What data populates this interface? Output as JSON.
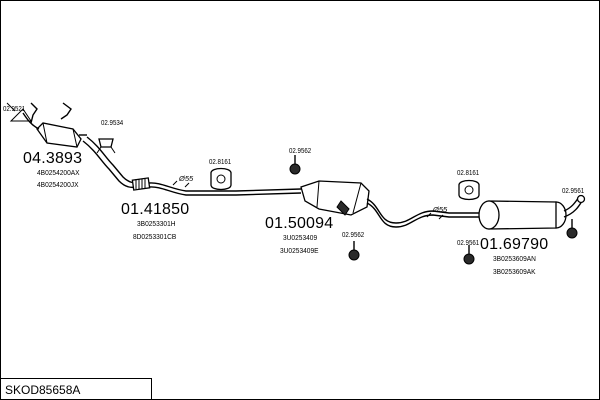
{
  "catalog_code": "SKOD85658A",
  "parts": [
    {
      "number": "04.3893",
      "refs": [
        "4B0254200AX",
        "4B0254200JX"
      ]
    },
    {
      "number": "01.41850",
      "refs": [
        "3B0253301H",
        "8D0253301CB"
      ]
    },
    {
      "number": "01.50094",
      "refs": [
        "3U0253409",
        "3U0253409E"
      ]
    },
    {
      "number": "01.69790",
      "refs": [
        "3B0253609AN",
        "3B0253609AK"
      ]
    }
  ],
  "fittings": [
    "02.9521",
    "02.9534",
    "02.8161",
    "02.9562",
    "02.9562",
    "02.8161",
    "02.9561",
    "02.9561"
  ],
  "clamps": [
    "Ø55",
    "Ø55"
  ]
}
